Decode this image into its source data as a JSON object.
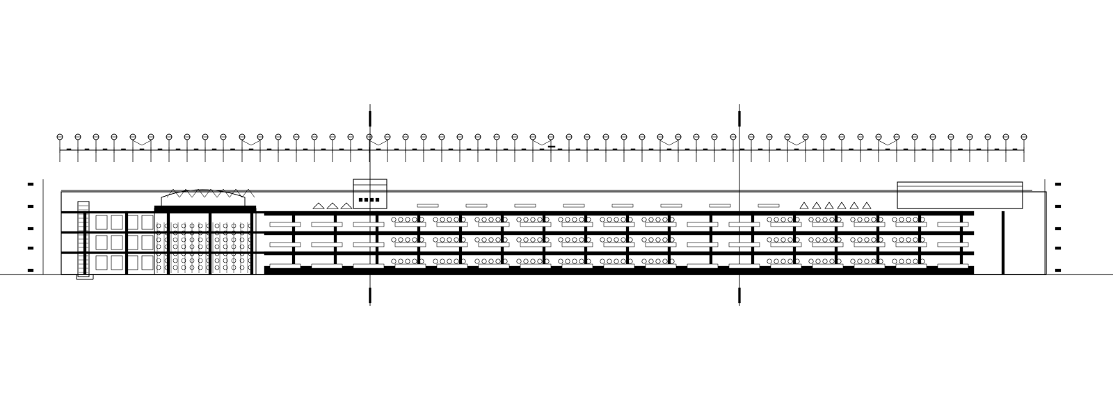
{
  "drawing": {
    "kind": "architectural-section",
    "line_color": "#000000",
    "background": "#ffffff",
    "grid_axis_count": 54,
    "floors_shown": 4,
    "section_markers": 2
  }
}
